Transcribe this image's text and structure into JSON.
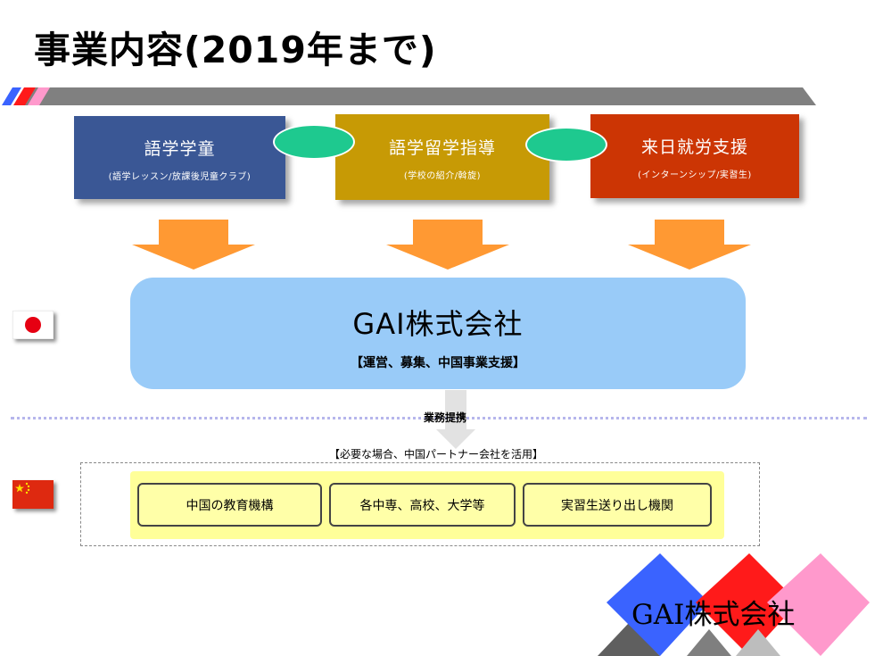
{
  "title": "事業内容(2019年まで)",
  "services": [
    {
      "label": "語学学童",
      "sub": "(語学レッスン/放課後児童クラブ)",
      "color": "#3a5795"
    },
    {
      "label": "語学留学指導",
      "sub": "(学校の紹介/斡旋)",
      "color": "#c79a05"
    },
    {
      "label": "来日就労支援",
      "sub": "(インターンシップ/実習生)",
      "color": "#cc3504"
    }
  ],
  "company": {
    "name": "GAI株式会社",
    "roles": "【運営、募集、中国事業支援】"
  },
  "partnership": {
    "label": "業務提携",
    "note": "【必要な場合、中国パートナー会社を活用】"
  },
  "institutions": [
    "中国の教育機構",
    "各中専、高校、大学等",
    "実習生送り出し機関"
  ],
  "flags": [
    "japan-flag",
    "china-flag"
  ],
  "logo": {
    "text": "GAI株式会社"
  },
  "colors": {
    "arrow": "#ff9933",
    "oval": "#1ec98f",
    "company_box": "#99cbf8",
    "institution_area": "#ffff99",
    "bar": "#808080"
  }
}
